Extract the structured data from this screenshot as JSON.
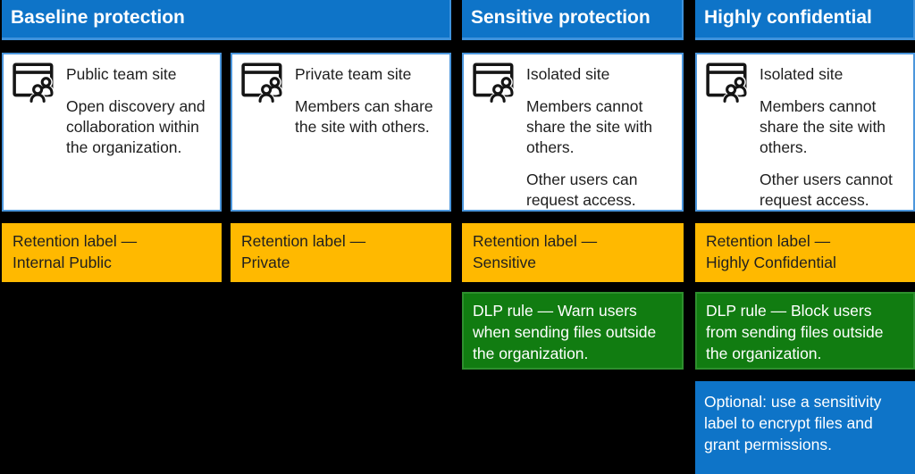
{
  "colors": {
    "background": "#000000",
    "header_blue": "#0E74C8",
    "header_edge": "#3E92DC",
    "card_bg": "#FFFFFF",
    "card_border": "#4B96DC",
    "card_text": "#1E1E1E",
    "amber": "#FFB900",
    "amber_text": "#1F1F1F",
    "green": "#117C11",
    "green_edge": "#2E8F2E",
    "optional_blue": "#0E74C8"
  },
  "columns": [
    {
      "header": "Baseline protection",
      "cards": [
        {
          "icon": "team-site-icon",
          "title": "Public team site",
          "paragraphs": [
            "Open discovery and collaboration within the organization."
          ]
        },
        {
          "icon": "team-site-icon",
          "title": "Private team site",
          "paragraphs": [
            "Members can share the site with others."
          ]
        }
      ],
      "retention_labels": [
        {
          "prefix": "Retention label —",
          "name": "Internal Public"
        },
        {
          "prefix": "Retention label —",
          "name": "Private"
        }
      ],
      "dlp_rule": null,
      "optional": null
    },
    {
      "header": "Sensitive protection",
      "cards": [
        {
          "icon": "team-site-icon",
          "title": "Isolated site",
          "paragraphs": [
            "Members cannot share the site with others.",
            "Other users can request access."
          ]
        }
      ],
      "retention_labels": [
        {
          "prefix": "Retention label —",
          "name": "Sensitive"
        }
      ],
      "dlp_rule": "DLP rule — Warn users when sending files outside the organization.",
      "optional": null
    },
    {
      "header": "Highly confidential",
      "cards": [
        {
          "icon": "team-site-icon",
          "title": "Isolated site",
          "paragraphs": [
            "Members cannot share the site with others.",
            "Other users cannot request access."
          ]
        }
      ],
      "retention_labels": [
        {
          "prefix": "Retention label —",
          "name": "Highly Confidential"
        }
      ],
      "dlp_rule": "DLP rule — Block users from sending files outside the organization.",
      "optional": "Optional: use a sensitivity label to encrypt files and grant permissions."
    }
  ]
}
